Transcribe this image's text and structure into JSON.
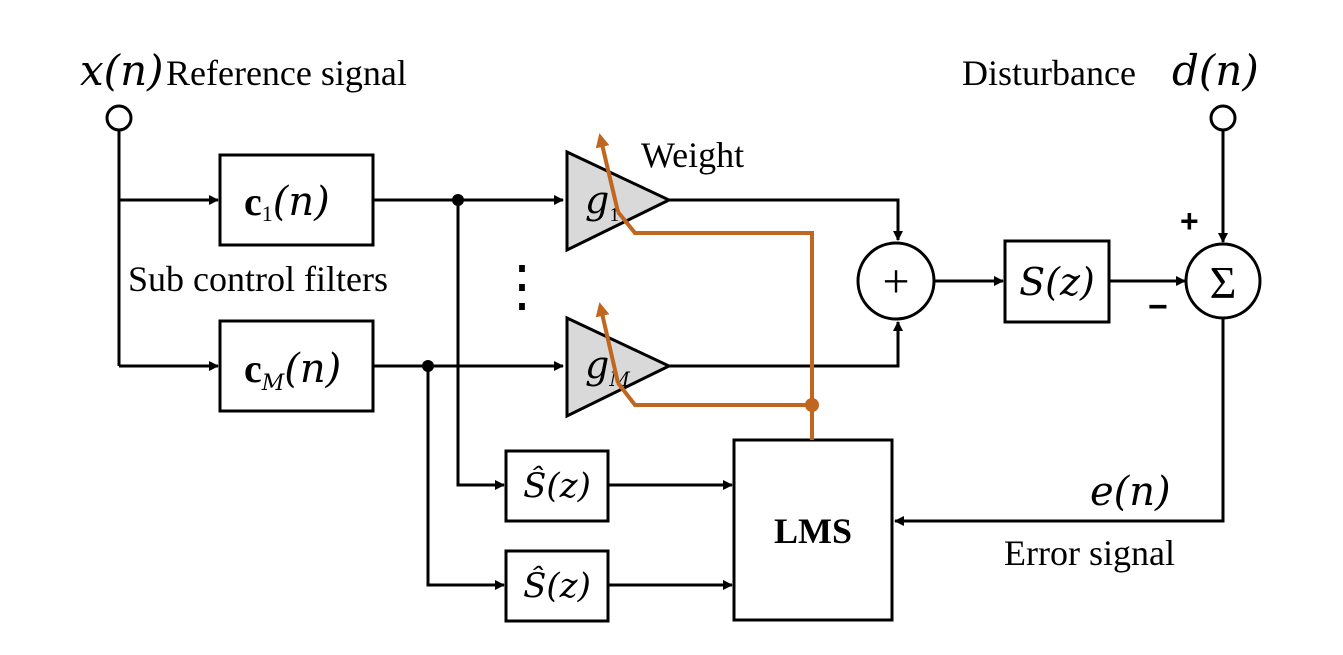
{
  "colors": {
    "adaptation_path": "#c0661e",
    "amplifier_fill": "#d9d9d9",
    "line": "#000000"
  },
  "labels": {
    "reference_signal": "Reference signal",
    "disturbance": "Disturbance",
    "weight": "Weight",
    "sub_control_filters": "Sub control filters",
    "error_signal": "Error signal",
    "plus_sign": "+",
    "minus_sign": "−"
  },
  "symbols": {
    "x_n": "x(n)",
    "d_n": "d(n)",
    "e_n": "e(n)",
    "c_bold": "c",
    "c1_sub": "1",
    "cM_sub": "M",
    "arg_n": "(n)",
    "g": "g",
    "g1_sub": "1",
    "gM_sub": "M",
    "vdots": "⋮",
    "sum_plus": "+",
    "sigma": "Σ",
    "S_z": "S(z)",
    "S_hat_z": "Ŝ(z)"
  },
  "blocks": {
    "lms": "LMS"
  }
}
